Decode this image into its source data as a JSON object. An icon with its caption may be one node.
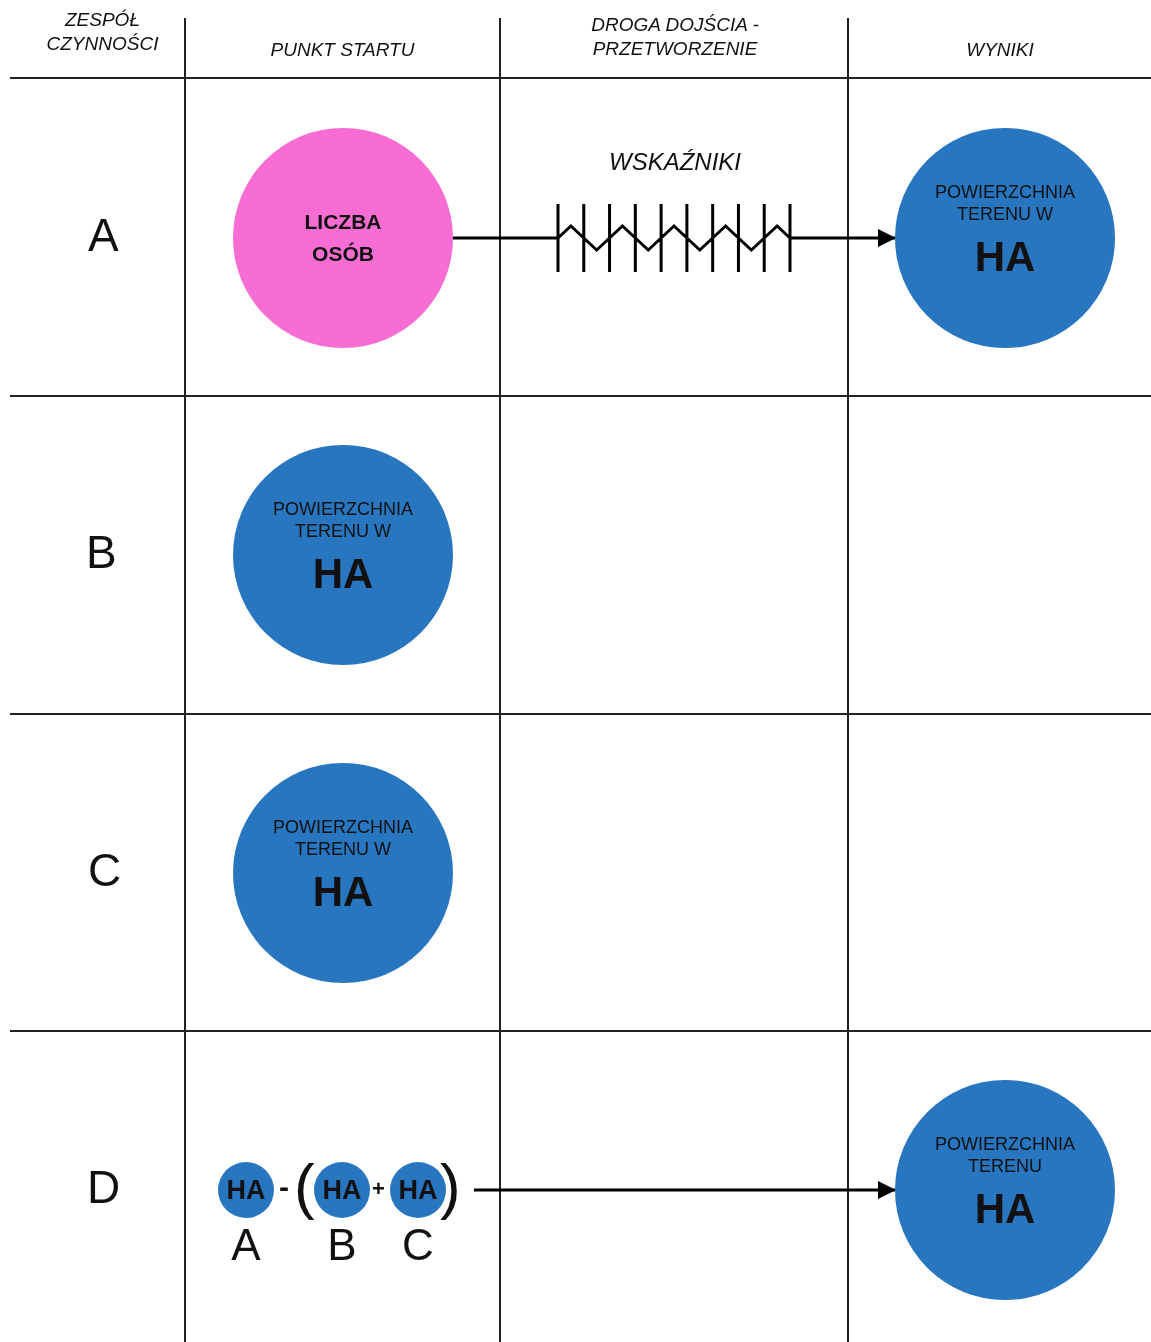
{
  "diagram": {
    "nodes": [
      {
        "text": [
          "LICZBA OSÓB"
        ]
      },
      {
        "text": [
          "POWIERZCHNIA TERENU W",
          "HA"
        ]
      },
      {
        "text": [
          "POWIERZCHNIA TERENU W",
          "HA"
        ]
      },
      {
        "text": [
          "POWIERZCHNIA TERENU W",
          "HA"
        ]
      },
      {
        "text": [
          "HA"
        ],
        "beside": [
          "A"
        ]
      },
      {
        "text": [
          "HA"
        ],
        "beside": [
          "B"
        ]
      },
      {
        "text": [
          "HA"
        ],
        "beside": [
          "C"
        ]
      },
      {
        "text": [
          "POWIERZCHNIA TERENU",
          "HA"
        ]
      }
    ],
    "edges": [
      {
        "from": 0,
        "to": 1,
        "arrow": "to",
        "label": "WSKAŹNIKI"
      },
      {
        "from": null,
        "to": 7,
        "arrow": "to"
      }
    ],
    "labels": [
      "ZESPÓŁ CZYNNOŚCI",
      "PUNKT STARTU",
      "DROGA DOJŚCIA -PRZETWORZENIE",
      "WYNIKI",
      "A",
      "B",
      "C",
      "D",
      "-",
      "(",
      "+",
      ")"
    ]
  }
}
